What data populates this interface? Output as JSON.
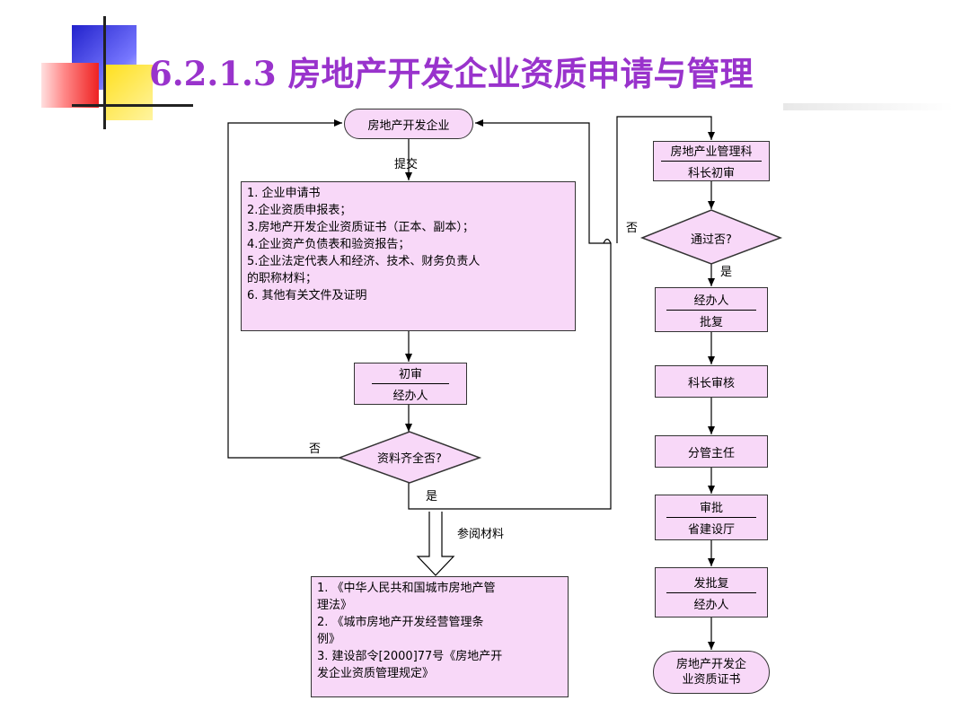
{
  "slide": {
    "title": "6.2.1.3 房地产开发企业资质申请与管理"
  },
  "flow": {
    "start": "房地产开发企业",
    "submit_label": "提交",
    "materials": [
      "1. 企业申请书",
      "2.企业资质申报表；",
      "3.房地产开发企业资质证书（正本、副本）；",
      "4.企业资产负债表和验资报告；",
      "5.企业法定代表人和经济、技术、财务负责人",
      "的职称材料；",
      "6. 其他有关文件及证明"
    ],
    "initial_review": {
      "top": "初审",
      "bottom": "经办人"
    },
    "completeness_check": "资料齐全否?",
    "no_label_left": "否",
    "yes_label_left": "是",
    "reference_label": "参阅材料",
    "references": [
      "1. 《中华人民共和国城市房地产管",
      "理法》",
      "2. 《城市房地产开发经营管理条",
      "例》",
      "3. 建设部令[2000]77号《房地产开",
      "发企业资质管理规定》"
    ],
    "section_review": {
      "top": "房地产业管理科",
      "bottom": "科长初审"
    },
    "pass_check": "通过否?",
    "no_label_right": "否",
    "yes_label_right": "是",
    "handler_reply": {
      "top": "经办人",
      "bottom": "批复"
    },
    "chief_audit": "科长审核",
    "director": "分管主任",
    "approval": {
      "top": "审批",
      "bottom": "省建设厅"
    },
    "issue_reply": {
      "top": "发批复",
      "bottom": "经办人"
    },
    "end": {
      "line1": "房地产开发企",
      "line2": "业资质证书"
    }
  }
}
